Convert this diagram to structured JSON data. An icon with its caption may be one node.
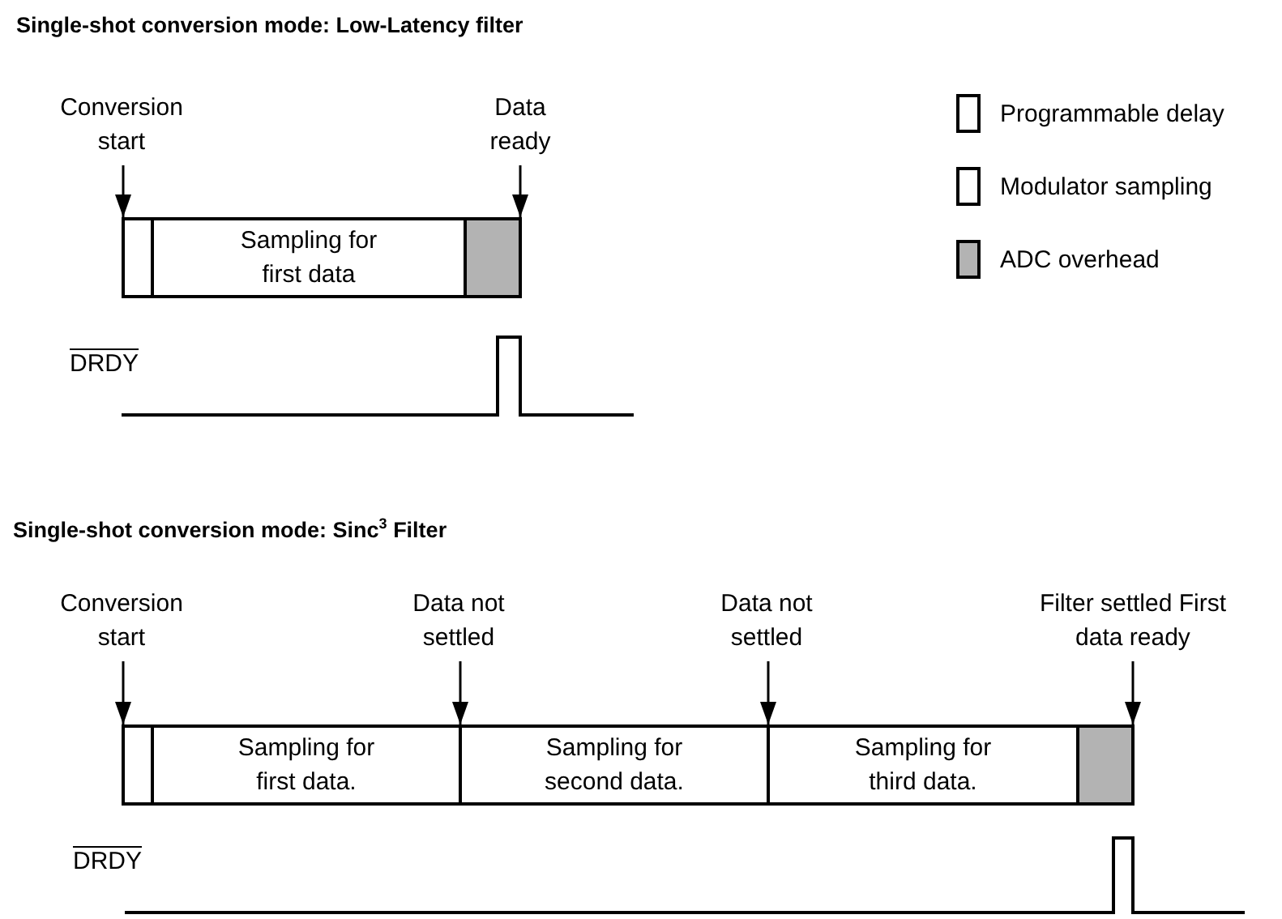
{
  "diagram": {
    "nodes": [
      {
        "text": [
          "Conversion start"
        ]
      },
      {
        "text": [
          "Data ready"
        ]
      },
      {
        "text": [],
        "shape": "box"
      },
      {
        "text": [
          "Sampling for first data"
        ]
      },
      {
        "text": [],
        "shape": "box"
      },
      {
        "text": [
          "Conversion start"
        ]
      },
      {
        "text": [
          "Data not settled"
        ]
      },
      {
        "text": [
          "Data not settled"
        ]
      },
      {
        "text": [
          "Filter settled First data ready"
        ]
      },
      {
        "text": [],
        "shape": "box"
      },
      {
        "text": [
          "Sampling for first data."
        ]
      },
      {
        "text": [
          "Sampling for second data."
        ]
      },
      {
        "text": [
          "Sampling for third data."
        ]
      },
      {
        "text": [],
        "shape": "box"
      }
    ],
    "edges": [
      {
        "from": 0,
        "to": 2,
        "arrow": "to"
      },
      {
        "from": 1,
        "to": 4,
        "arrow": "to"
      },
      {
        "from": 5,
        "to": 9,
        "arrow": "to"
      },
      {
        "from": 6,
        "to": 11,
        "arrow": "to"
      },
      {
        "from": 7,
        "to": 12,
        "arrow": "to"
      },
      {
        "from": 8,
        "to": 13,
        "arrow": "to"
      }
    ],
    "labels": [
      "Single-shot conversion mode: Low-Latency filter",
      "DRDY",
      "Single-shot conversion mode: Sinc$^{3}$ Filter",
      "DRDY"
    ],
    "legend": [
      {
        "text": "Programmable delay",
        "color": "#ffffff"
      },
      {
        "text": "Modulator sampling",
        "color": "#ffffff"
      },
      {
        "text": "ADC overhead",
        "color": "#b3b3b3"
      }
    ]
  }
}
